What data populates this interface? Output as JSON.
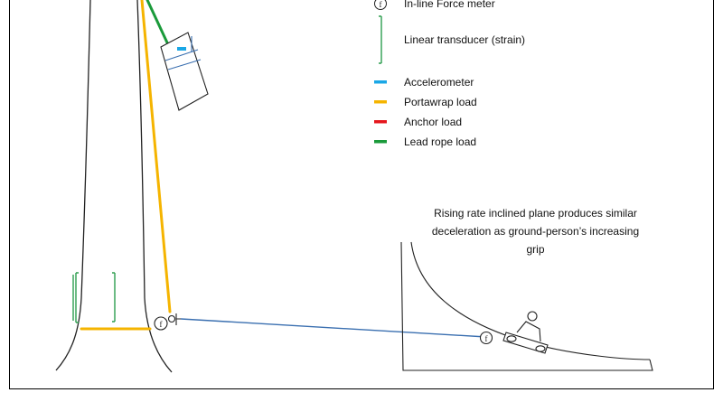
{
  "legend": {
    "items": [
      {
        "key": "force-meter",
        "label": "In-line Force meter",
        "symbol": "circle-f",
        "color": "#222222"
      },
      {
        "key": "linear-transducer",
        "label": "Linear transducer (strain)",
        "symbol": "bracket",
        "color": "#2e9e4f"
      },
      {
        "key": "accelerometer",
        "label": "Accelerometer",
        "symbol": "dash",
        "color": "#1aa7e6"
      },
      {
        "key": "portawrap-load",
        "label": "Portawrap load",
        "symbol": "dash",
        "color": "#f5b400"
      },
      {
        "key": "anchor-load",
        "label": "Anchor load",
        "symbol": "dash",
        "color": "#e5161c"
      },
      {
        "key": "lead-rope-load",
        "label": "Lead rope load",
        "symbol": "dash",
        "color": "#1a9a3a"
      }
    ]
  },
  "caption": {
    "lines": [
      "Rising rate inclined plane produces similar",
      "deceleration as ground-person’s increasing",
      "grip"
    ]
  },
  "symbols": {
    "force_meter_glyph": "f"
  },
  "colors": {
    "rope_line": "#3a6fb0",
    "outline": "#222222",
    "portawrap": "#f5b400",
    "lead_rope": "#1a9a3a",
    "accelerometer": "#1aa7e6",
    "transducer": "#2e9e4f"
  }
}
